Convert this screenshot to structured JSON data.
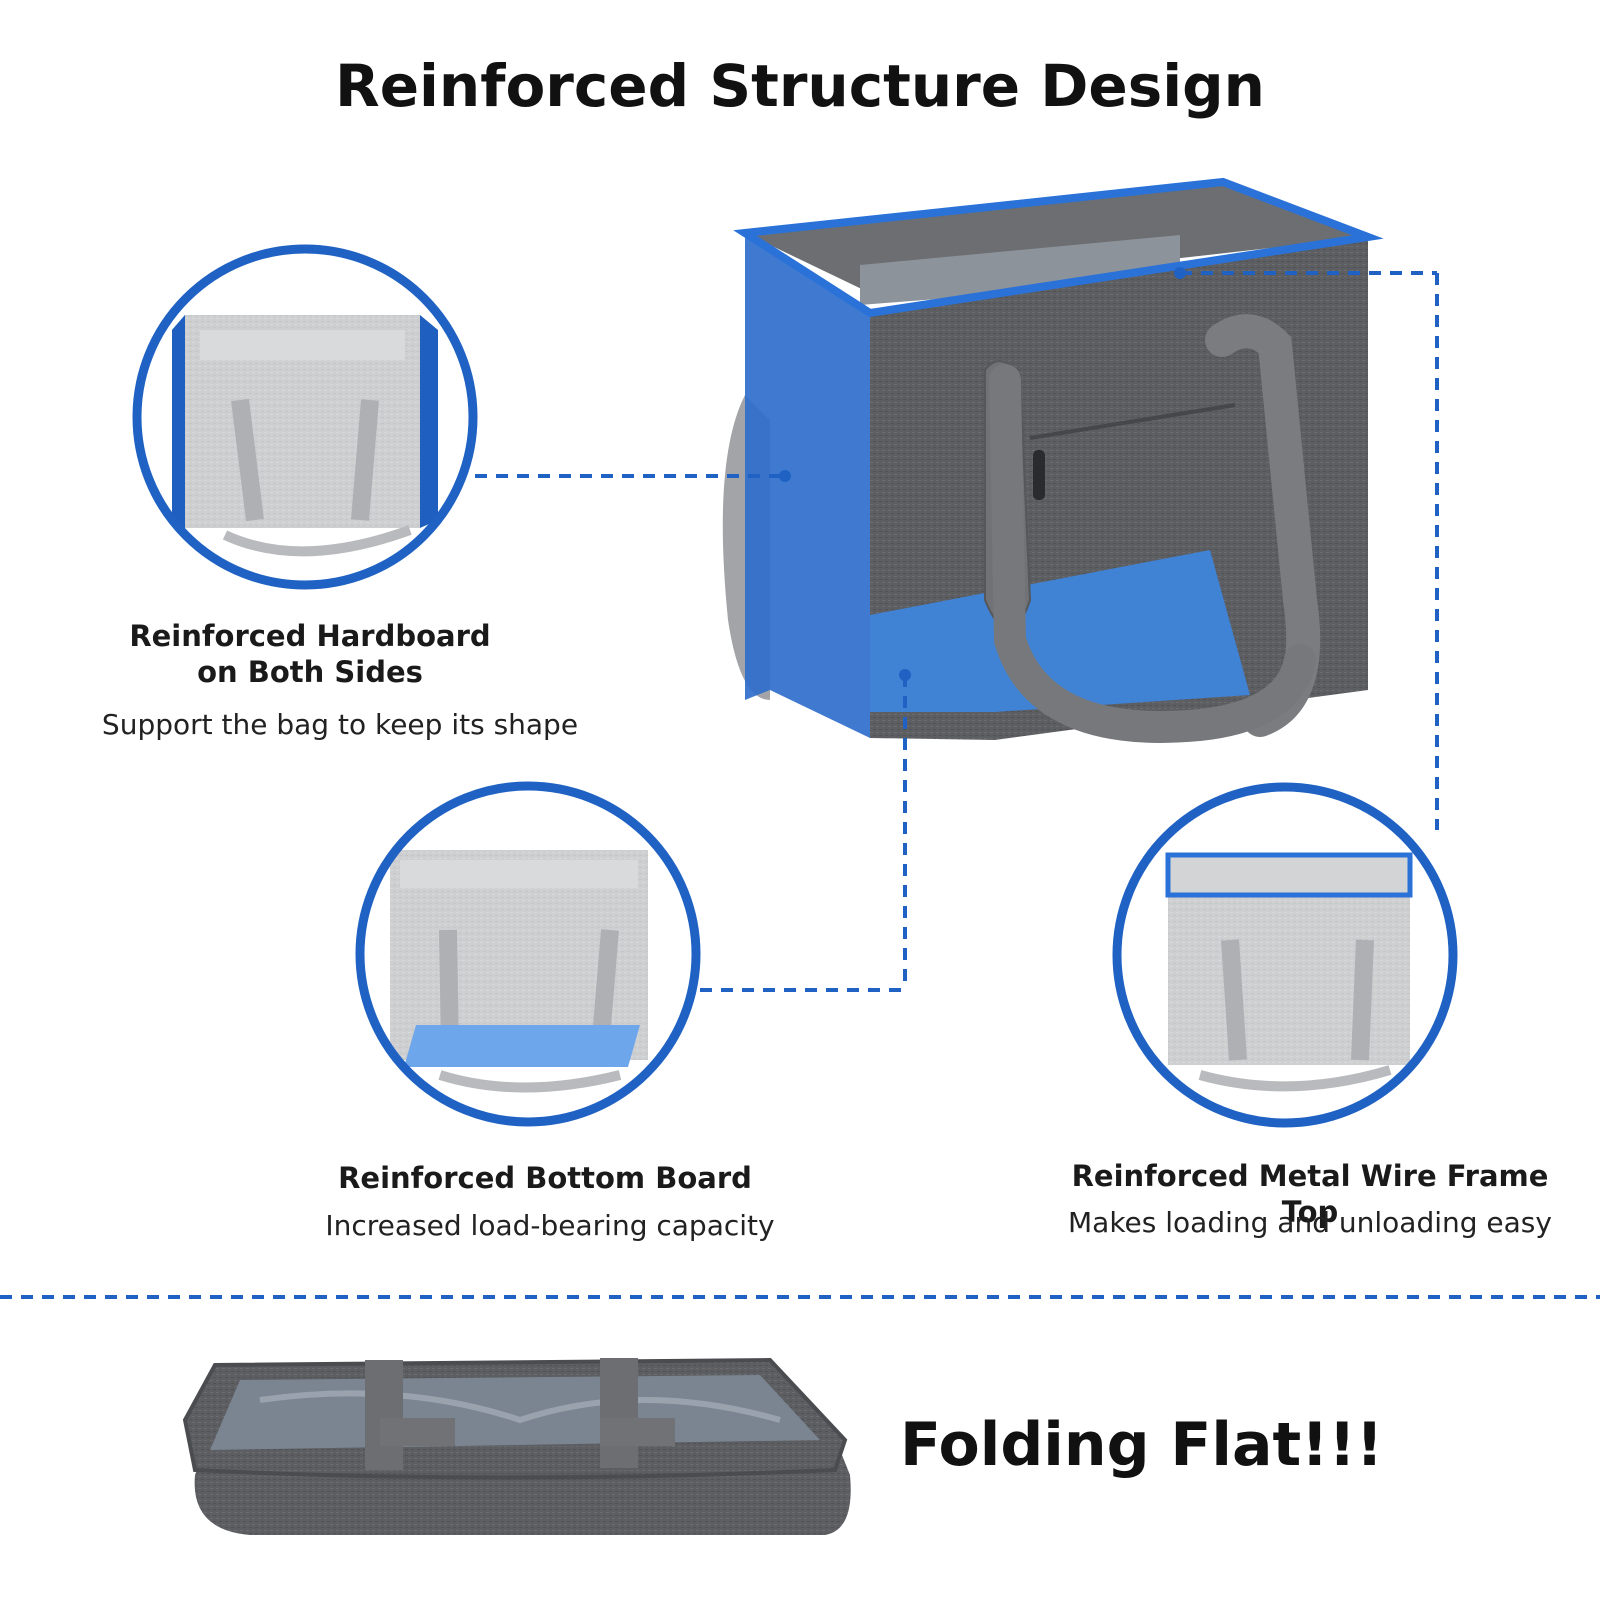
{
  "page": {
    "title": "Reinforced Structure Design",
    "accent_color": "#1f62c4",
    "highlight_color": "#3d86e0",
    "bag_color": "#5a5c60"
  },
  "features": [
    {
      "id": "sides",
      "title_line1": "Reinforced Hardboard",
      "title_line2": "on Both Sides",
      "subtitle": "Support the bag to keep its shape"
    },
    {
      "id": "bottom",
      "title_line1": "Reinforced Bottom Board",
      "subtitle": "Increased load-bearing capacity"
    },
    {
      "id": "top",
      "title_line1": "Reinforced Metal Wire Frame Top",
      "subtitle": "Makes loading and unloading easy"
    }
  ],
  "folding": {
    "label": "Folding Flat!!!"
  }
}
